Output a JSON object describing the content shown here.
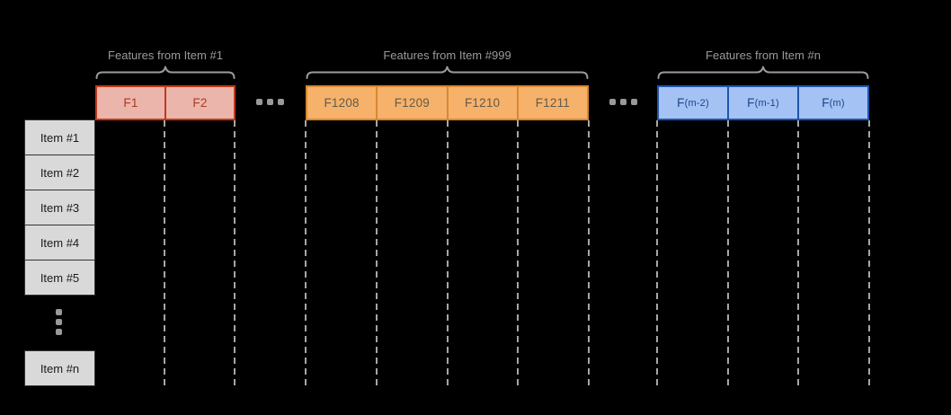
{
  "feature_header": {
    "groups": [
      {
        "caption": "Features from Item #1",
        "fill": "#ecb5ab",
        "border": "#c03a1c",
        "text_color": "#a63c24",
        "cells": [
          {
            "label": "F1"
          },
          {
            "label": "F2"
          }
        ]
      },
      {
        "caption": "Features from Item #999",
        "fill": "#f6b26b",
        "border": "#d8882e",
        "text_color": "#635a4b",
        "cells": [
          {
            "label": "F1208"
          },
          {
            "label": "F1209"
          },
          {
            "label": "F1210"
          },
          {
            "label": "F1211"
          }
        ]
      },
      {
        "caption": "Features from Item #n",
        "fill": "#a4c2f4",
        "border": "#1f55ad",
        "text_color": "#1c4587",
        "cells": [
          {
            "label": "F",
            "sub": "(m-2)"
          },
          {
            "label": "F",
            "sub": "(m-1)"
          },
          {
            "label": "F",
            "sub": "(m)"
          }
        ]
      }
    ]
  },
  "item_column": {
    "rows": [
      "Item #1",
      "Item #2",
      "Item #3",
      "Item #4",
      "Item #5"
    ],
    "last_row": "Item #n",
    "fill": "#d9d9d9",
    "border": "#333333"
  },
  "decorations": {
    "caption_color": "#9a9a9a",
    "dashed_line_color": "#a6a6a6",
    "dot_color": "#999999",
    "background": "#000000"
  }
}
